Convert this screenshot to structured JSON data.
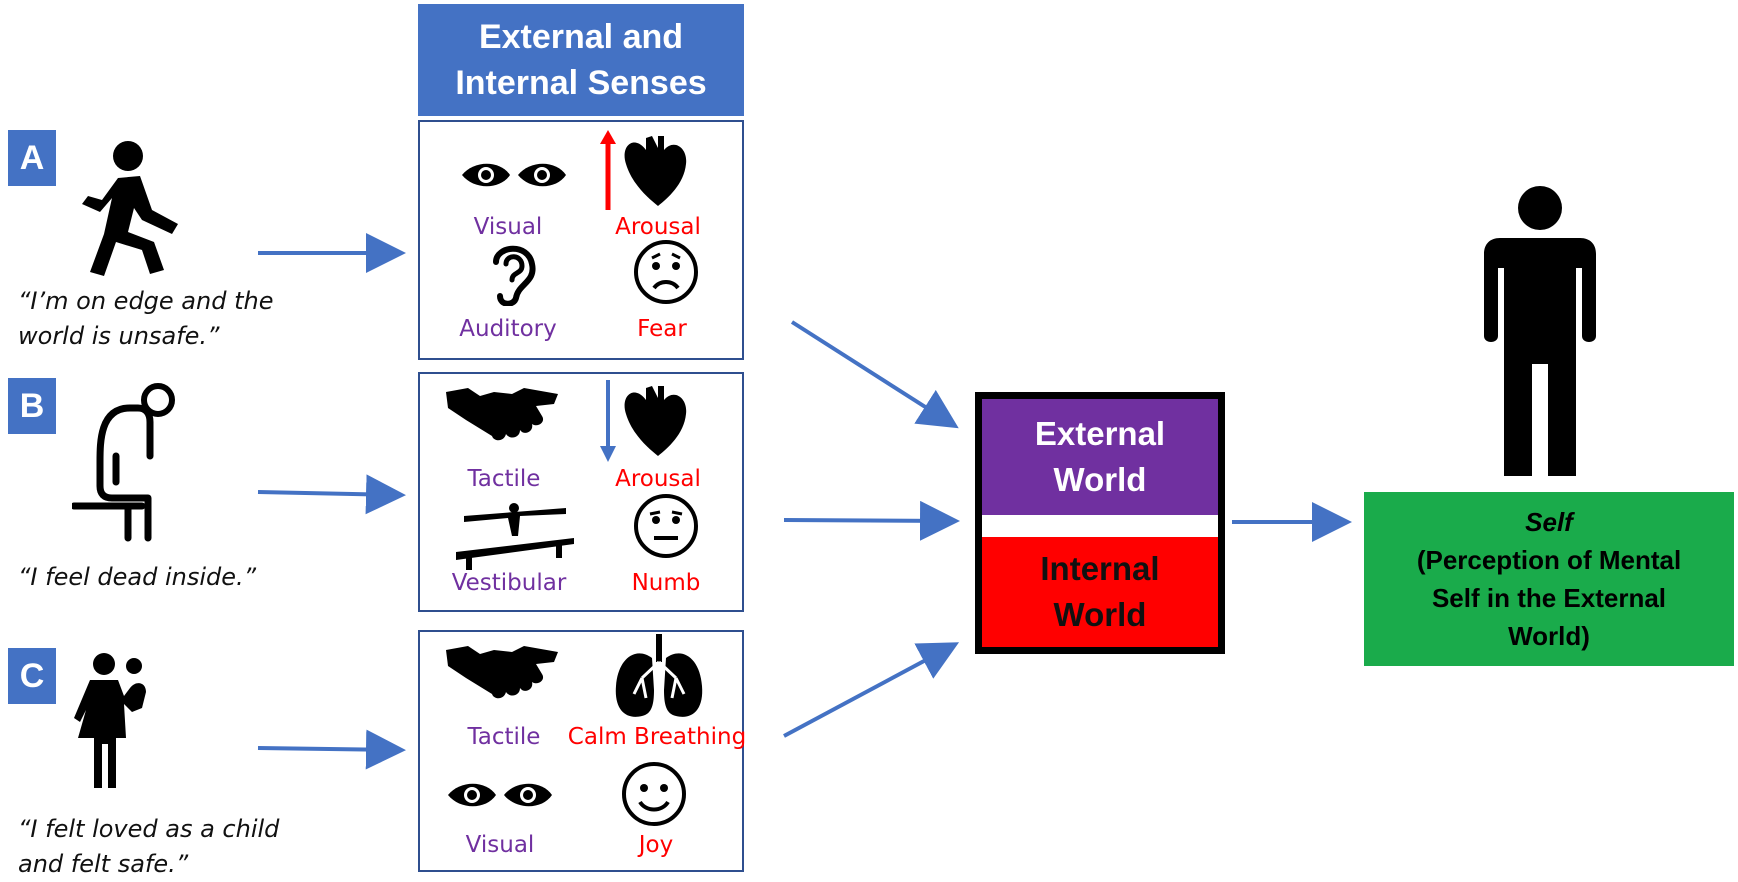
{
  "header": {
    "title_line1": "External and",
    "title_line2": "Internal Senses"
  },
  "rows": [
    {
      "letter": "A",
      "quote": "“I’m on edge and the\nworld is unsafe.”",
      "figure_icon": "running-person-icon",
      "senses": [
        {
          "label": "Visual",
          "icon": "eyes-icon",
          "kind": "external"
        },
        {
          "label": "Arousal",
          "icon": "heart-up-icon",
          "kind": "internal"
        },
        {
          "label": "Auditory",
          "icon": "ear-icon",
          "kind": "external"
        },
        {
          "label": "Fear",
          "icon": "fearful-face-icon",
          "kind": "internal"
        }
      ]
    },
    {
      "letter": "B",
      "quote": "“I feel dead inside.”",
      "figure_icon": "sitting-person-icon",
      "senses": [
        {
          "label": "Tactile",
          "icon": "handshake-icon",
          "kind": "external"
        },
        {
          "label": "Arousal",
          "icon": "heart-down-icon",
          "kind": "internal"
        },
        {
          "label": "Vestibular",
          "icon": "balance-beam-icon",
          "kind": "external"
        },
        {
          "label": "Numb",
          "icon": "neutral-face-icon",
          "kind": "internal"
        }
      ]
    },
    {
      "letter": "C",
      "quote": "“I felt loved as a child\nand felt safe.”",
      "figure_icon": "parent-child-icon",
      "senses": [
        {
          "label": "Tactile",
          "icon": "handshake-icon",
          "kind": "external"
        },
        {
          "label": "Calm Breathing",
          "icon": "lungs-icon",
          "kind": "internal"
        },
        {
          "label": "Visual",
          "icon": "eyes-icon",
          "kind": "external"
        },
        {
          "label": "Joy",
          "icon": "smiling-face-icon",
          "kind": "internal"
        }
      ]
    }
  ],
  "world": {
    "external": "External World",
    "internal": "Internal World"
  },
  "self": {
    "title": "Self",
    "description": "(Perception of Mental Self in the External World)"
  },
  "colors": {
    "blue": "#4472c4",
    "purple": "#7030a0",
    "red": "#ff0000",
    "green": "#1aab4b",
    "arrow": "#4472c4"
  }
}
